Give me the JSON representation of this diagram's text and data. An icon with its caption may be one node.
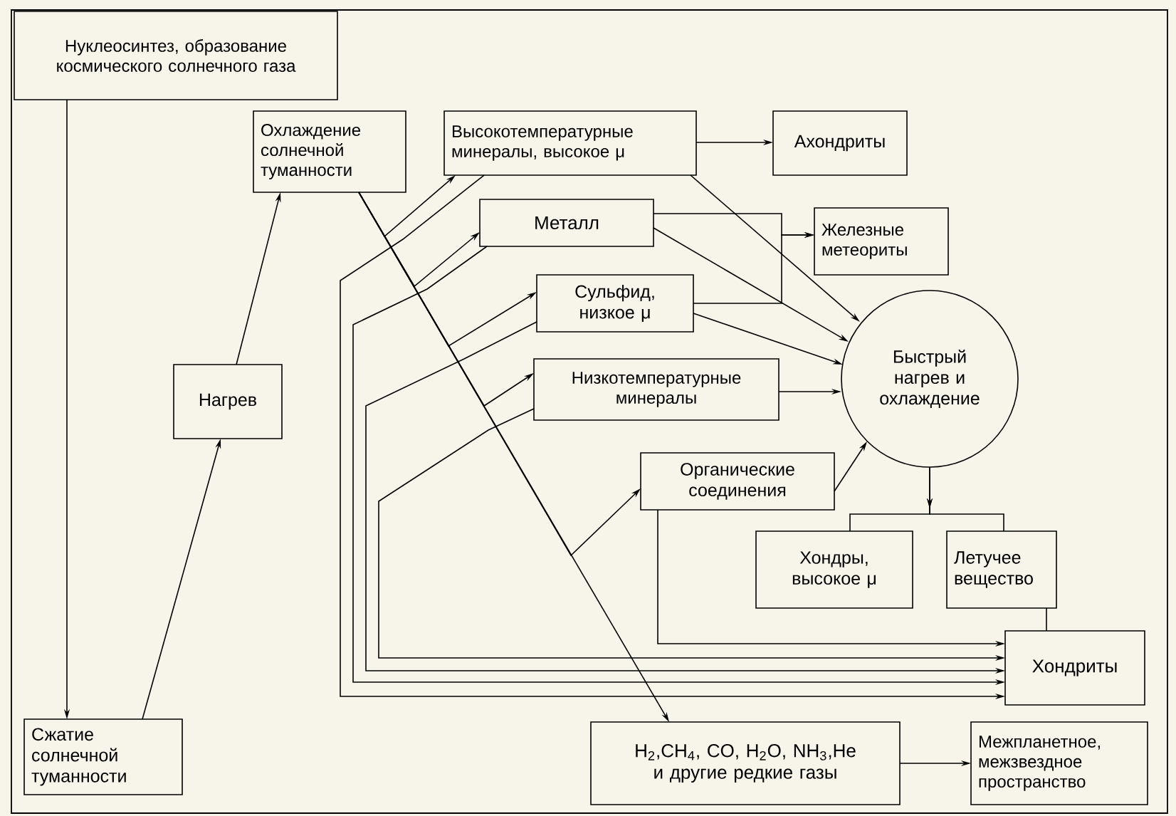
{
  "diagram": {
    "nodes": [
      {
        "text": [
          "Нуклеосинтез, образование космического солнечного газа"
        ]
      },
      {
        "text": [
          "Охлаждение солнечной туманности"
        ]
      },
      {
        "text": [
          "Высокотемпературные минералы, высокое μ"
        ]
      },
      {
        "text": [
          "Ахондриты"
        ]
      },
      {
        "text": [
          "Металл"
        ]
      },
      {
        "text": [
          "Железные метеориты"
        ]
      },
      {
        "text": [
          "Сульфид, низкое μ"
        ]
      },
      {
        "text": [
          "Быстрый нагрев и охлаждение"
        ]
      },
      {
        "text": [
          "Низкотемпературные минералы"
        ]
      },
      {
        "text": [
          "Нагрев"
        ]
      },
      {
        "text": [
          "Органические соединения"
        ]
      },
      {
        "text": [
          "Хондры, высокое μ"
        ]
      },
      {
        "text": [
          "Летучее вещество"
        ]
      },
      {
        "text": [
          "Хондриты"
        ]
      },
      {
        "text": [
          "H$_{2}$,CH$_{4}$, CO, H$_{2}$O, NH$_{3}$,He и другие редкие газы"
        ]
      },
      {
        "text": [
          "Межпланетное, межзвездное пространство"
        ]
      },
      {
        "text": [
          "Сжатие солнечной туманности"
        ]
      }
    ],
    "edges": [
      {
        "from": 0,
        "to": 16,
        "arrow": "to"
      },
      {
        "from": 16,
        "to": 9,
        "arrow": "to"
      },
      {
        "from": 9,
        "to": 1,
        "arrow": "to"
      },
      {
        "from": 1,
        "to": 14,
        "arrow": "to"
      },
      {
        "from": 1,
        "to": 2,
        "arrow": "to"
      },
      {
        "from": 2,
        "to": 13,
        "arrow": "to"
      },
      {
        "from": 1,
        "to": 4,
        "arrow": "to"
      },
      {
        "from": 4,
        "to": 13,
        "arrow": "to"
      },
      {
        "from": 1,
        "to": 6,
        "arrow": "to"
      },
      {
        "from": 6,
        "to": 13,
        "arrow": "to"
      },
      {
        "from": 1,
        "to": 8,
        "arrow": "to"
      },
      {
        "from": 8,
        "to": 13,
        "arrow": "to"
      },
      {
        "from": 1,
        "to": 10,
        "arrow": "to"
      },
      {
        "from": 10,
        "to": 13,
        "arrow": "to"
      },
      {
        "from": 2,
        "to": 3,
        "arrow": "to"
      },
      {
        "from": 2,
        "to": 7,
        "arrow": "to"
      },
      {
        "from": 4,
        "to": 5,
        "arrow": "to"
      },
      {
        "from": 6,
        "to": 5,
        "arrow": "to"
      },
      {
        "from": 4,
        "to": 7,
        "arrow": "to"
      },
      {
        "from": 6,
        "to": 7,
        "arrow": "to"
      },
      {
        "from": 8,
        "to": 7,
        "arrow": "to"
      },
      {
        "from": 10,
        "to": 7,
        "arrow": "to"
      },
      {
        "from": 7,
        "to": 11,
        "arrow": "to"
      },
      {
        "from": 7,
        "to": 12,
        "arrow": "to"
      },
      {
        "from": 12,
        "to": 13,
        "arrow": "none"
      },
      {
        "from": 14,
        "to": 15,
        "arrow": "to"
      }
    ]
  }
}
